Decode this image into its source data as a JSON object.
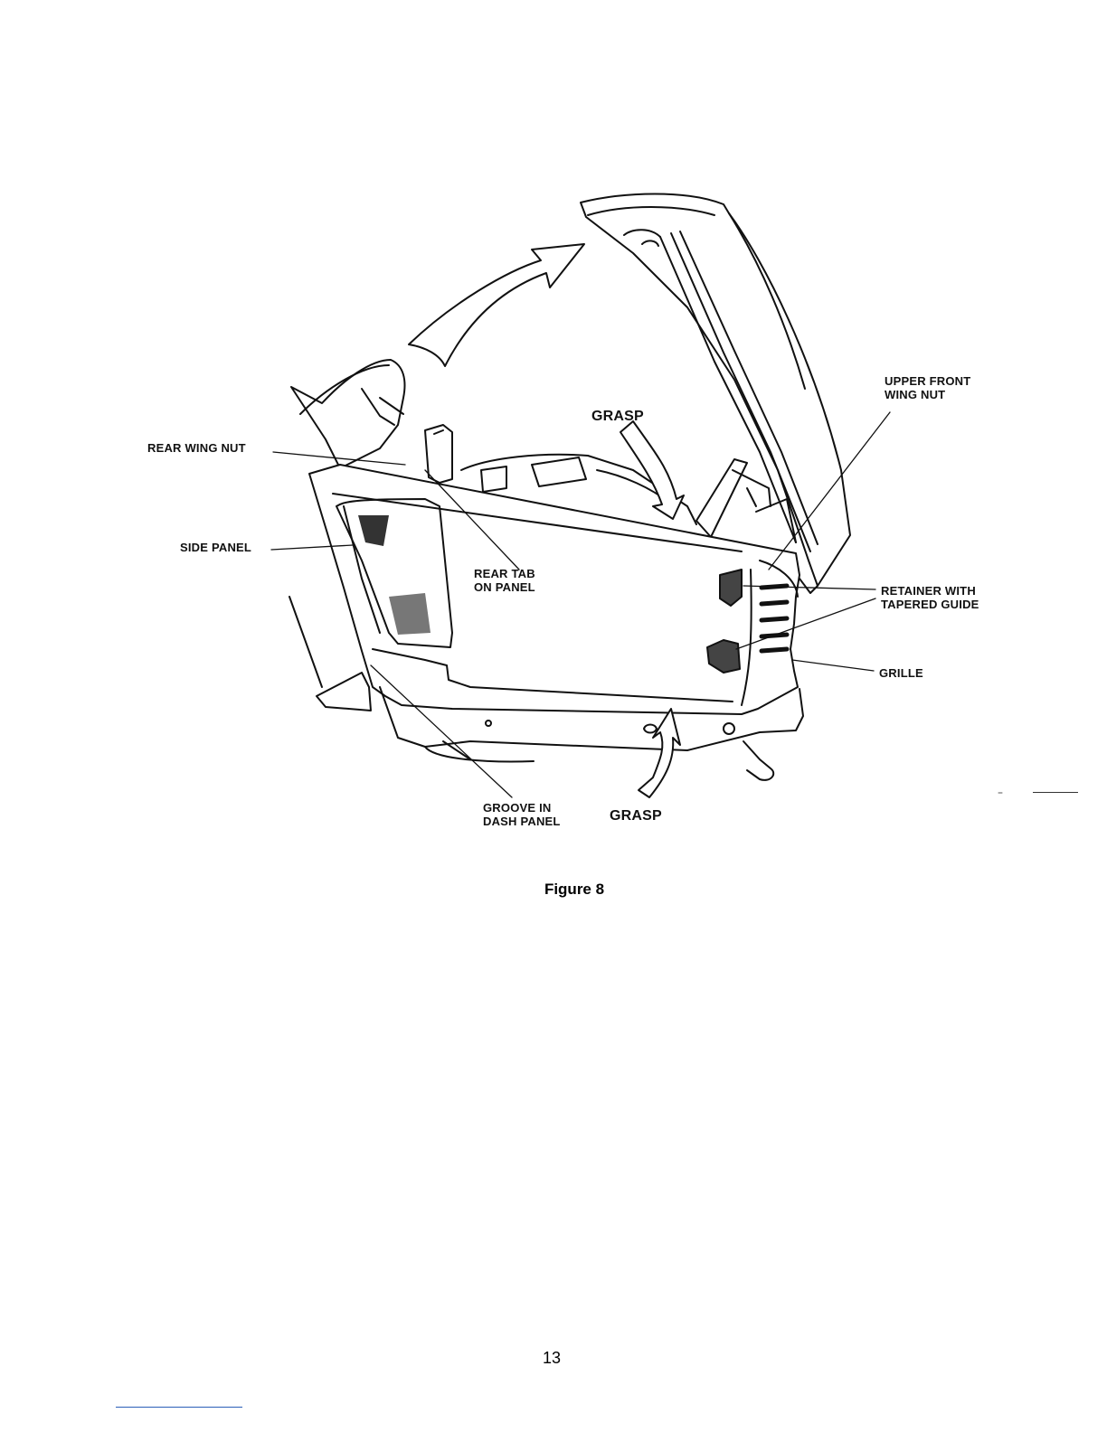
{
  "figure": {
    "labels": {
      "rear_wing_nut": "REAR WING NUT",
      "side_panel": "SIDE PANEL",
      "rear_tab": [
        "REAR TAB",
        "ON PANEL"
      ],
      "grasp_top": "GRASP",
      "upper_front_wing_nut": [
        "UPPER FRONT",
        "WING NUT"
      ],
      "retainer": [
        "RETAINER WITH",
        "TAPERED GUIDE"
      ],
      "grille": "GRILLE",
      "groove": [
        "GROOVE IN",
        "DASH PANEL"
      ],
      "grasp_bottom": "GRASP"
    },
    "caption": "Figure 8"
  },
  "page": {
    "number": "13"
  }
}
